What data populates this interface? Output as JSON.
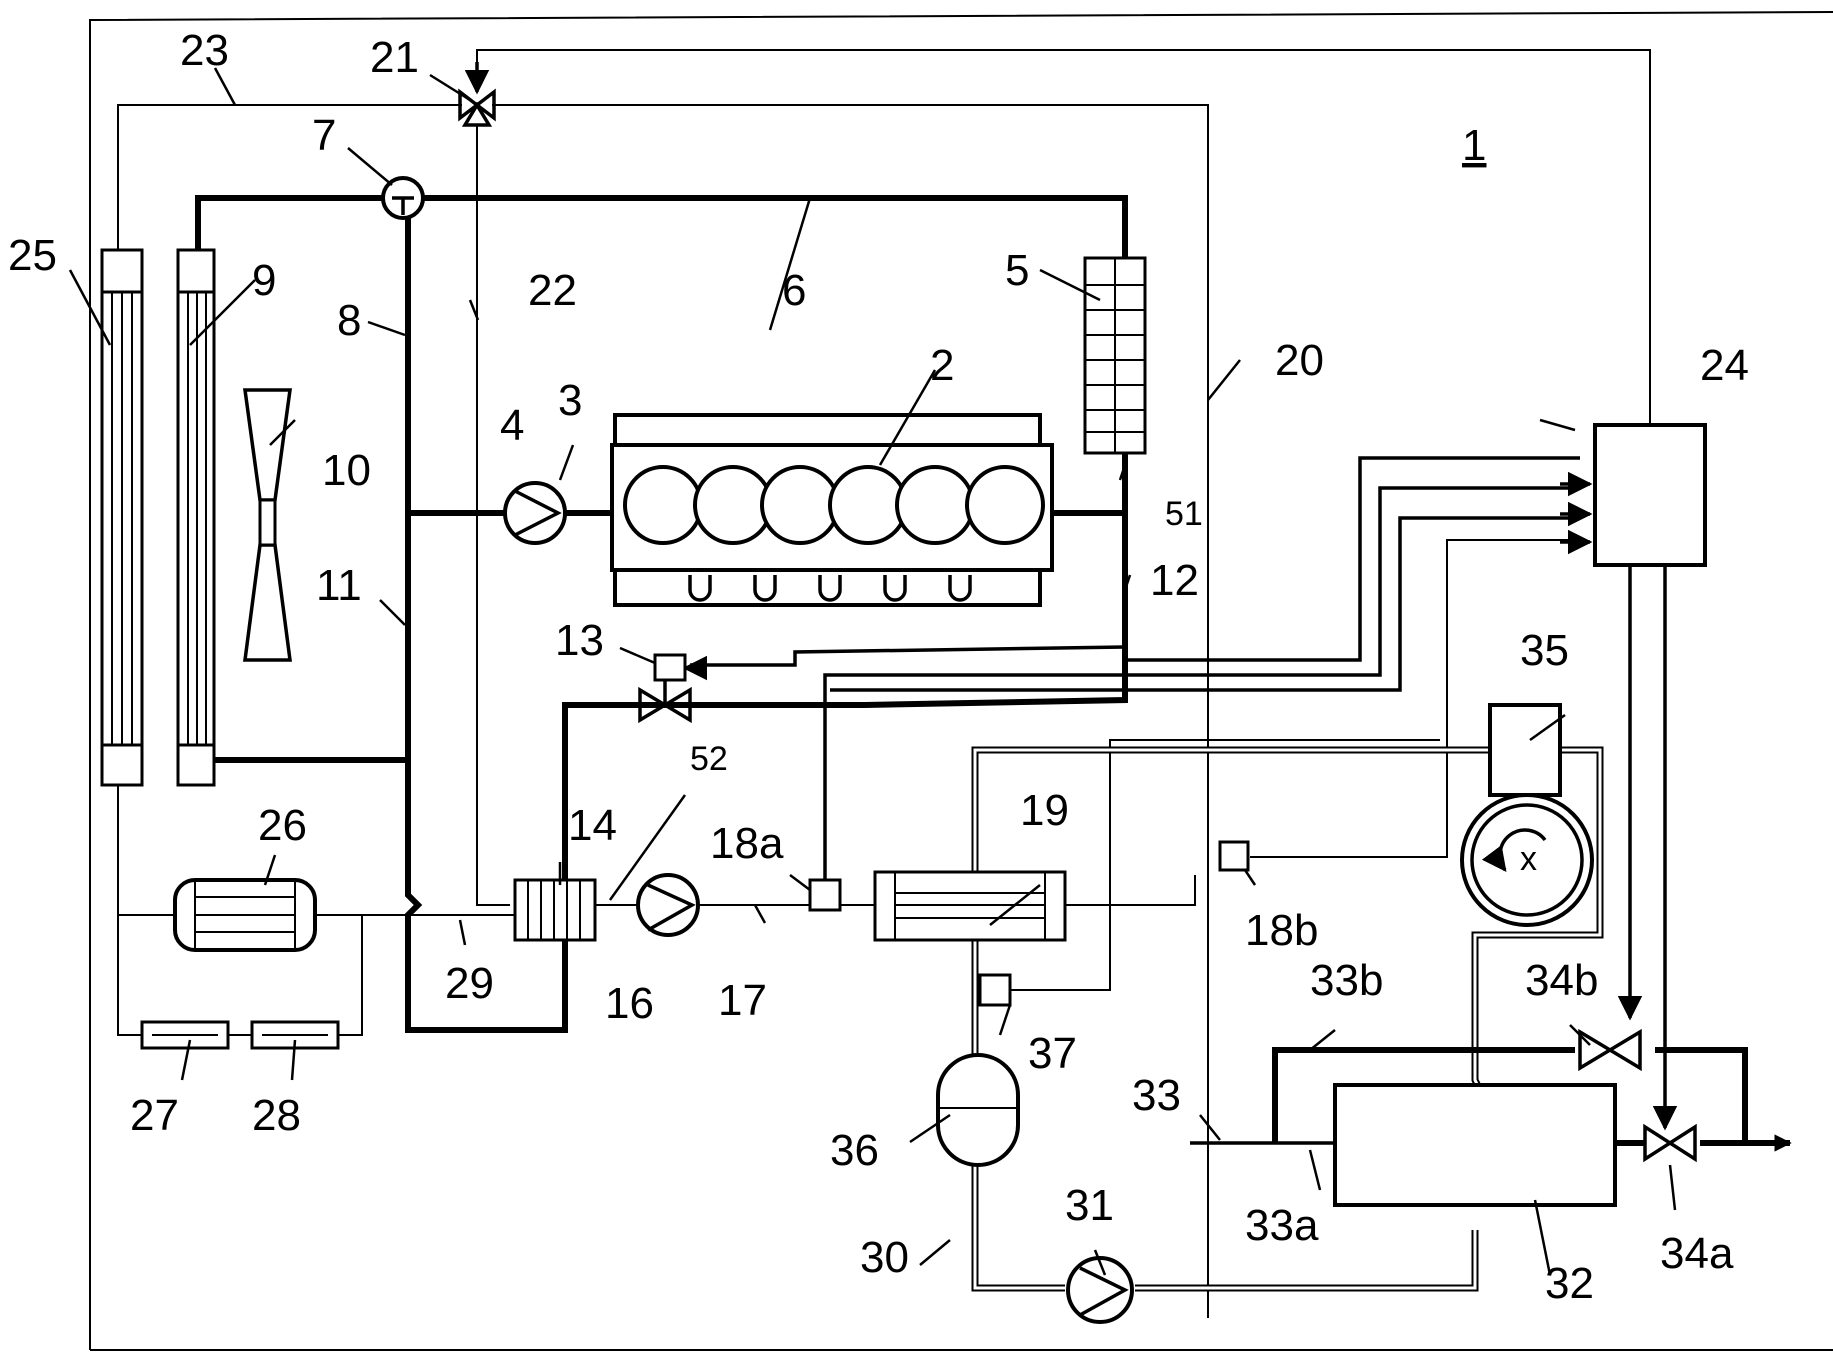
{
  "diagram": {
    "labels": {
      "system": "1",
      "engine": "2",
      "line3": "3",
      "pump4": "4",
      "sensor5": "5",
      "line6": "6",
      "thermostat7": "7",
      "line8": "8",
      "radiator9": "9",
      "fan10": "10",
      "line11": "11",
      "line12": "12",
      "valve13": "13",
      "exchanger14": "14",
      "pump16": "16",
      "line17": "17",
      "sensor18a": "18a",
      "sensor18b": "18b",
      "exchanger19": "19",
      "line20": "20",
      "valve21": "21",
      "line22": "22",
      "line23": "23",
      "control24": "24",
      "radiator25": "25",
      "cooler26": "26",
      "cooler27": "27",
      "cooler28": "28",
      "line29": "29",
      "line30": "30",
      "pump31": "31",
      "exchanger32": "32",
      "line33": "33",
      "line33a": "33a",
      "line33b": "33b",
      "valve34a": "34a",
      "valve34b": "34b",
      "generator35": "35",
      "tank36": "36",
      "sensor37": "37",
      "point51": "51",
      "point52": "52"
    }
  }
}
